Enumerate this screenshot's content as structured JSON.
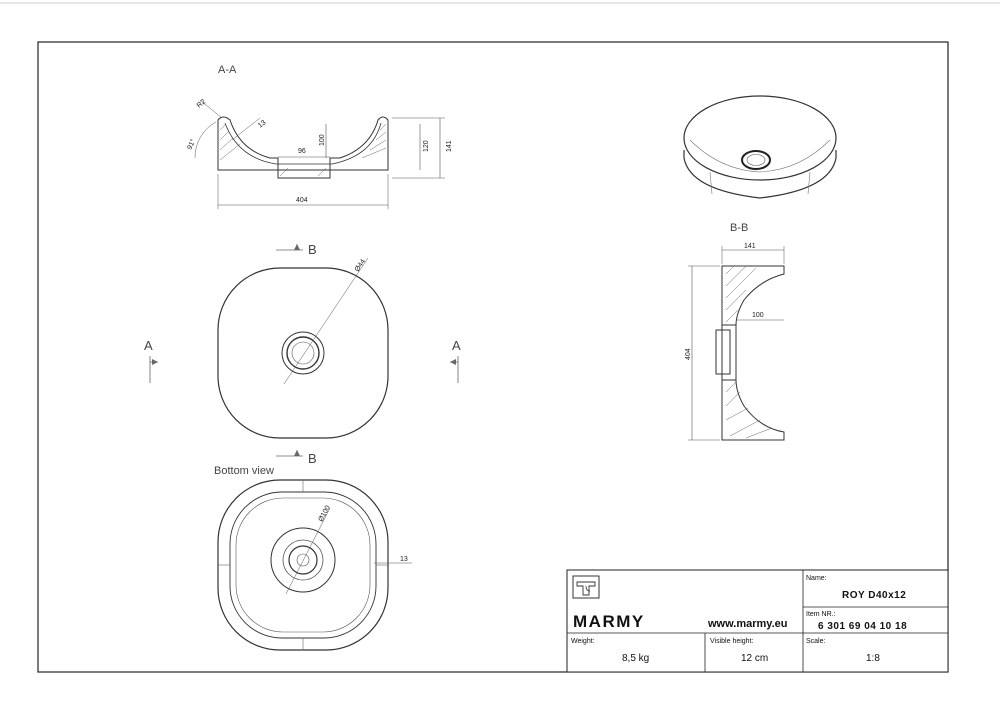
{
  "views": {
    "section_aa_title": "A-A",
    "section_bb_title": "B-B",
    "bottom_view_title": "Bottom view",
    "cut_a_left": "A",
    "cut_a_right": "A",
    "cut_b_top": "B",
    "cut_b_bottom": "B"
  },
  "dimensions": {
    "aa_radius": "R2",
    "aa_angle": "91°",
    "aa_wall": "13",
    "aa_inner_depth": "100",
    "aa_drain_width": "96",
    "aa_height_120": "120",
    "aa_height_141": "141",
    "aa_width": "404",
    "top_diameter": "Ø44",
    "bottom_diameter": "Ø100",
    "bottom_wall": "13",
    "bb_height": "141",
    "bb_depth": "100",
    "bb_width": "404"
  },
  "title_block": {
    "brand": "MARMY",
    "website": "www.marmy.eu",
    "name_label": "Name:",
    "name_value": "ROY D40x12",
    "item_label": "Item NR.:",
    "item_value": "6 301 69 04 10 18",
    "weight_label": "Weight:",
    "weight_value": "8,5 kg",
    "visible_height_label": "Visible height:",
    "visible_height_value": "12 cm",
    "scale_label": "Scale:",
    "scale_value": "1:8"
  }
}
